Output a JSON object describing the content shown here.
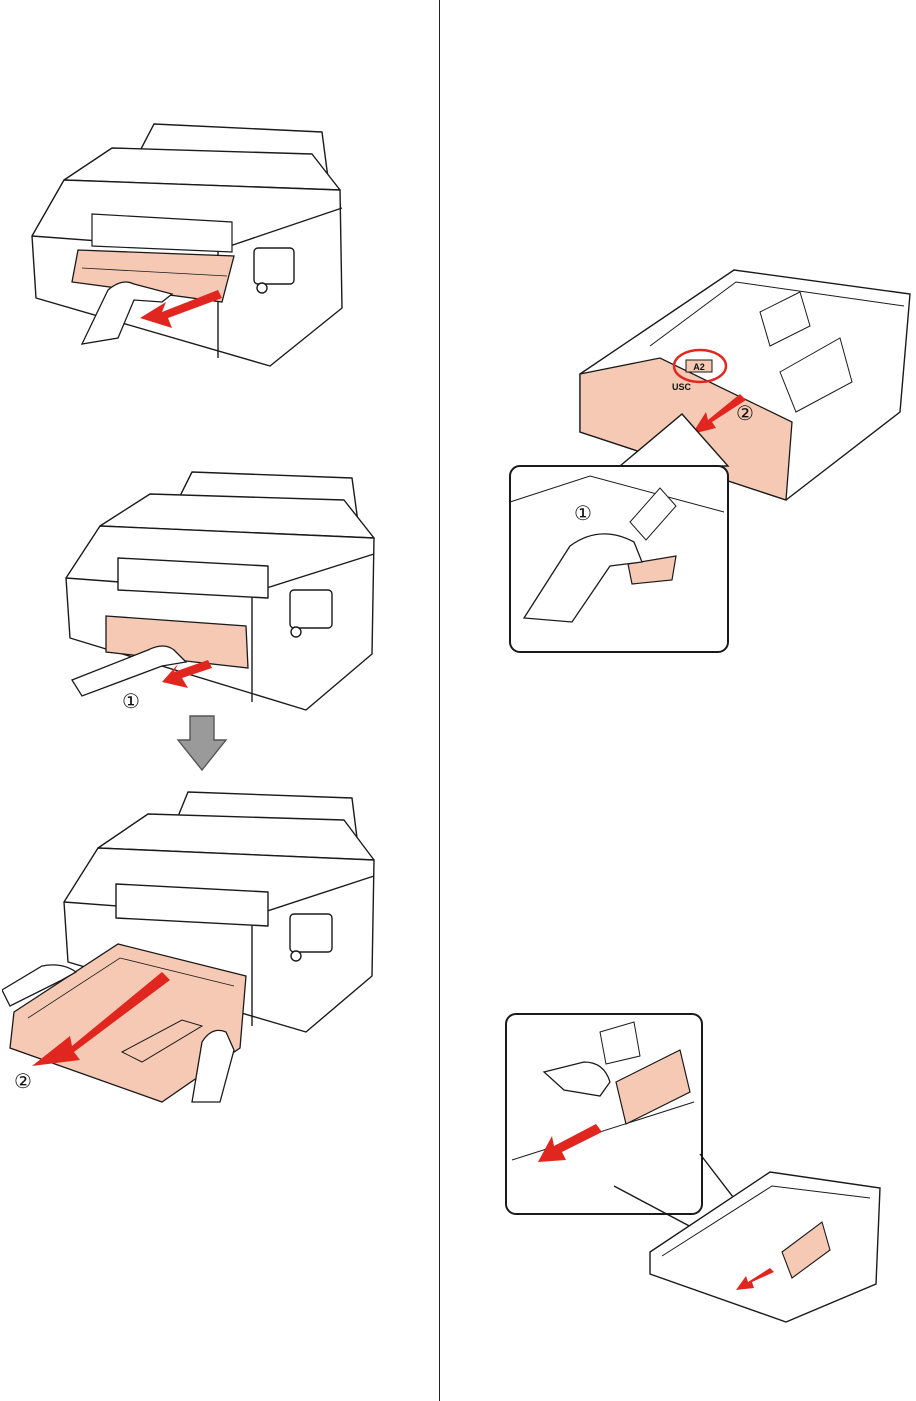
{
  "figures": {
    "printer_output_tray": {
      "callouts": []
    },
    "printer_cassette_step1": {
      "callouts": [
        "①"
      ]
    },
    "printer_cassette_step2": {
      "callouts": [
        "②"
      ]
    },
    "cassette_size_select": {
      "callouts": [
        "①",
        "②"
      ],
      "size_labels": [
        "A2",
        "USC"
      ]
    },
    "cassette_guide_slide": {
      "callouts": []
    }
  },
  "colors": {
    "tray_fill": "#f6c9b4",
    "arrow_red": "#e0261e",
    "line": "#1a1a1a",
    "grey_arrow": "#9a9a9a"
  }
}
